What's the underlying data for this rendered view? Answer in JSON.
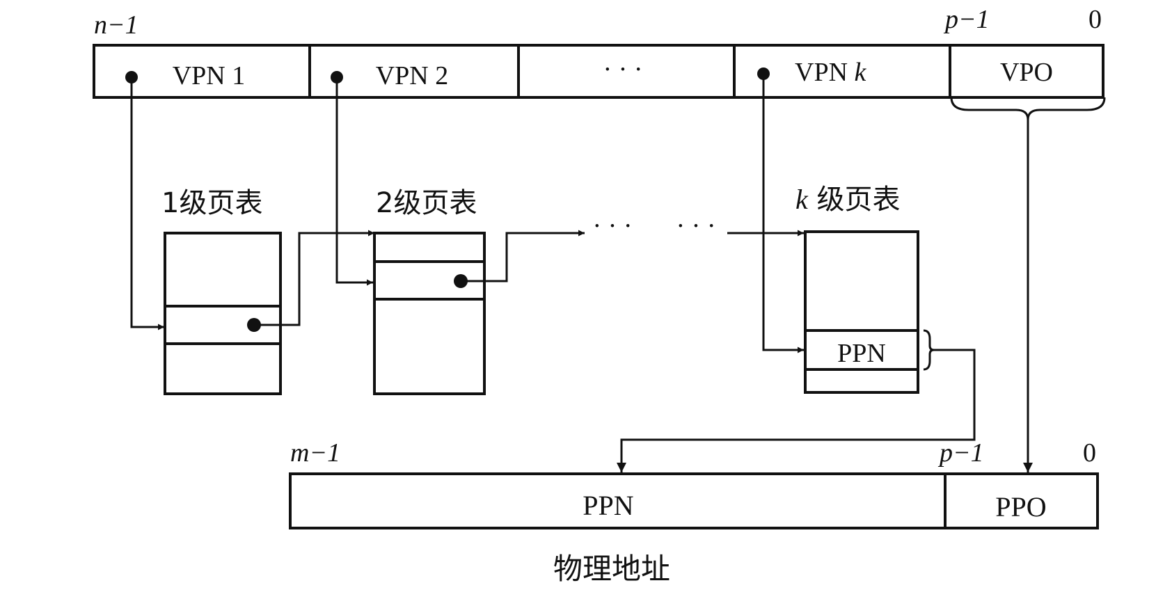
{
  "virtual_address": {
    "high_bit_label": "n−1",
    "split_bit_label": "p−1",
    "low_bit_label": "0",
    "fields": {
      "vpn1": "VPN 1",
      "vpn2": "VPN 2",
      "ellipsis": "· · ·",
      "vpnk_prefix": "VPN ",
      "vpnk_var": "k",
      "vpo": "VPO"
    }
  },
  "page_tables": {
    "level1_title": "1级页表",
    "level2_title": "2级页表",
    "levelk_var": "k",
    "levelk_title": " 级页表",
    "between_dots": "· · ·",
    "between_dots_2": "· · ·",
    "ppn_entry": "PPN"
  },
  "physical_address": {
    "high_bit_label": "m−1",
    "split_bit_label": "p−1",
    "low_bit_label": "0",
    "fields": {
      "ppn": "PPN",
      "ppo": "PPO"
    },
    "caption": "物理地址"
  }
}
